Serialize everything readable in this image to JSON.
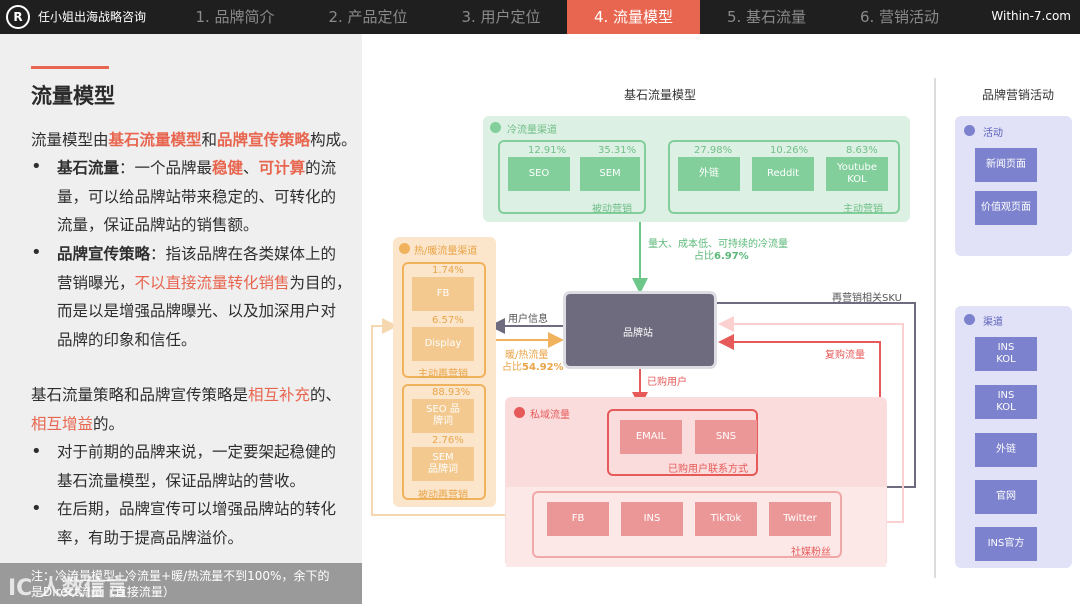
{
  "header": {
    "logo": "R",
    "brand": "任小姐出海战略咨询",
    "tabs": [
      {
        "label": "1. 品牌简介",
        "active": false
      },
      {
        "label": "2. 产品定位",
        "active": false
      },
      {
        "label": "3. 用户定位",
        "active": false
      },
      {
        "label": "4. 流量模型",
        "active": true
      },
      {
        "label": "5. 基石流量",
        "active": false
      },
      {
        "label": "6. 营销活动",
        "active": false
      }
    ],
    "website": "Within-7.com"
  },
  "left": {
    "title": "流量模型",
    "intro": [
      "流量模型由",
      "基石流量模型",
      "和",
      "品牌宣传策略",
      "构成。"
    ],
    "bullet1": {
      "head": "基石流量",
      "t1": "：一个品牌最",
      "r1": "稳健",
      "t2": "、",
      "r2": "可计算",
      "t3": "的流",
      "l2": "量，可以给品牌站带来稳定的、可转化的",
      "l3": "流量，保证品牌站的销售额。"
    },
    "bullet2": {
      "head": "品牌宣传策略",
      "t1": "：指该品牌在各类媒体上的",
      "l2a": "营销曝光，",
      "r1": "不以直接流量转化销售",
      "l2b": "为目的，",
      "l3": "而是以是增强品牌曝光、以及加深用户对",
      "l4": "品牌的印象和信任。"
    },
    "para2": {
      "t1": "基石流量策略和品牌宣传策略是",
      "r1": "相互补充",
      "t2": "的、",
      "r2": "相互增益",
      "t3": "的。"
    },
    "bullet3": [
      "对于前期的品牌来说，一定要架起稳健的",
      "基石流量模型，保证品牌站的营收。"
    ],
    "bullet4": [
      "在后期，品牌宣传可以增强品牌站的转化",
      "率，有助于提高品牌溢价。"
    ],
    "footnote": [
      "注：冷流量模型+冷流量+暖/热流量不到100%，余下的",
      "是Direct流量（直接流量）"
    ],
    "watermark": "IC 人数信言"
  },
  "diagram": {
    "title": "基石流量模型",
    "cold": {
      "header": "冷流量渠道",
      "passive_label": "被动营销",
      "active_label": "主动营销",
      "passive": [
        {
          "pct": "12.91%",
          "name": "SEO"
        },
        {
          "pct": "35.31%",
          "name": "SEM"
        }
      ],
      "active": [
        {
          "pct": "27.98%",
          "name": "外链"
        },
        {
          "pct": "10.26%",
          "name": "Reddit"
        },
        {
          "pct": "8.63%",
          "name": "Youtube KOL"
        }
      ],
      "note1": "量大、成本低、可持续的冷流量",
      "note2a": "占比",
      "note2b": "6.97%"
    },
    "warm": {
      "header": "热/暖流量渠道",
      "active": [
        {
          "pct": "1.74%",
          "name": "FB"
        },
        {
          "pct": "6.57%",
          "name": "Display"
        }
      ],
      "active_label": "主动再营销",
      "passive": [
        {
          "pct": "88.93%",
          "name": "SEO 品牌词"
        },
        {
          "pct": "2.76%",
          "name": "SEM 品牌词"
        }
      ],
      "passive_label": "被动再营销"
    },
    "site": "品牌站",
    "user_info": "用户信息",
    "warm_flow1": "暖/热流量",
    "warm_flow2a": "占比",
    "warm_flow2b": "54.92%",
    "remarketing_sku": "再营销相关SKU",
    "repurchase": "复购流量",
    "purchased": "已购用户",
    "private": {
      "header": "私域流量",
      "contact": [
        "EMAIL",
        "SNS"
      ],
      "contact_label": "已购用户联系方式",
      "social": [
        "FB",
        "INS",
        "TikTok",
        "Twitter"
      ],
      "social_label": "社媒粉丝"
    },
    "colors": {
      "cold": "#ddf0e4",
      "cold_pill": "#82cf9b",
      "warm": "#fbe6cc",
      "warm_pill": "#f3c98f",
      "site": "#6d6b7d",
      "private": "#fbdcdc",
      "private_pill": "#ec9797",
      "side": "#e1e2f8",
      "side_pill": "#7c82cd"
    }
  },
  "side": {
    "title": "品牌营销活动",
    "activity": {
      "header": "活动",
      "items": [
        "新闻页面",
        "价值观页面"
      ]
    },
    "channels": {
      "header": "渠道",
      "items": [
        "INS KOL",
        "INS KOL",
        "外链",
        "官网",
        "INS官方"
      ]
    }
  }
}
